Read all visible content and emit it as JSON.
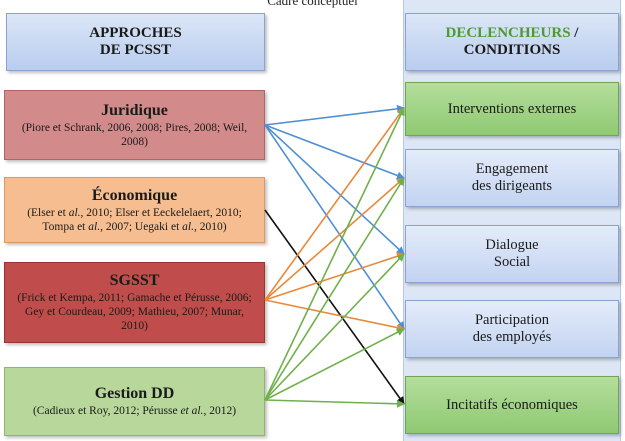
{
  "caption": "Cadre conceptuel",
  "left_header": {
    "line1": "APPROCHES",
    "line2": "DE PCSST"
  },
  "right_header": {
    "green_part": "DECLENCHEURS",
    "slash": " /",
    "line2": "CONDITIONS"
  },
  "approaches": [
    {
      "title": "Juridique",
      "refs": "(Piore et Schrank, 2006, 2008; Pires, 2008; Weil, 2008)",
      "color": "#d38a8a"
    },
    {
      "title": "Économique",
      "refs_parts": [
        "(Elser et ",
        "al.",
        ", 2010; Elser et Eeckelelaert, 2010; Tompa et ",
        "al.",
        ", 2007; Uegaki et ",
        "al.",
        ", 2010)"
      ],
      "color": "#f6be90"
    },
    {
      "title": "SGSST",
      "refs": "(Frick et Kempa, 2011; Gamache et Pérusse, 2006; Gey et Courdeau, 2009; Mathieu, 2007; Munar, 2010)",
      "color": "#c04d4b"
    },
    {
      "title": "Gestion DD",
      "refs_parts": [
        "(Cadieux et Roy, 2012; Pérusse ",
        "et al.",
        ", 2012)"
      ],
      "color": "#b8d79a"
    }
  ],
  "conditions": [
    {
      "label_lines": [
        "Interventions externes"
      ],
      "highlight": true
    },
    {
      "label_lines": [
        "Engagement",
        "des dirigeants"
      ],
      "highlight": false
    },
    {
      "label_lines": [
        "Dialogue",
        "Social"
      ],
      "highlight": false
    },
    {
      "label_lines": [
        "Participation",
        "des employés"
      ],
      "highlight": false
    },
    {
      "label_lines": [
        "Incitatifs économiques"
      ],
      "highlight": true
    }
  ],
  "colors": {
    "juridique_arrows": "#4f8fd3",
    "economique_arrows": "#111111",
    "sgsst_arrows": "#e8883a",
    "gestion_dd_arrows": "#6fb04a",
    "condition_highlight": "#9ccf80",
    "condition_normal": "#cfdcf3"
  }
}
